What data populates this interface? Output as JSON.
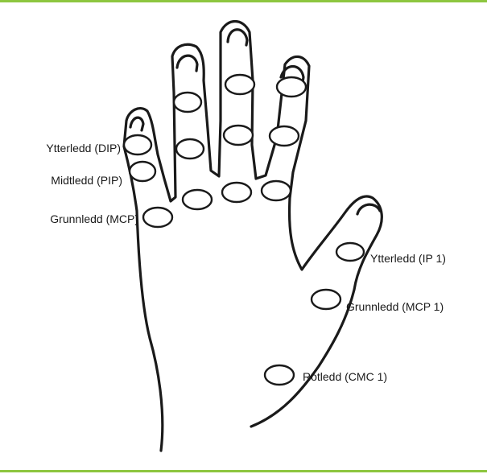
{
  "colors": {
    "frame_rule": "#8dc63f",
    "outline": "#1a1a1a",
    "background": "#ffffff"
  },
  "labels": {
    "dip": "Ytterledd (DIP)",
    "pip": "Midtledd (PIP)",
    "mcp": "Grunnledd (MCP)",
    "ip1": "Ytterledd (IP 1)",
    "mcp1": "Grunnledd (MCP 1)",
    "cmc1": "Rotledd (CMC 1)"
  }
}
